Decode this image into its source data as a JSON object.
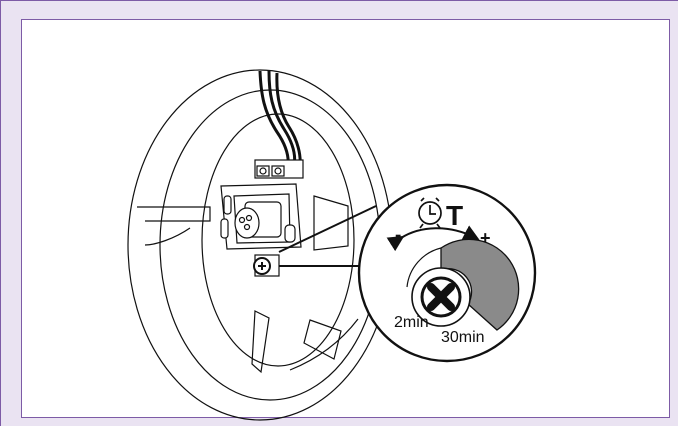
{
  "colors": {
    "background_purple": "#eae3f2",
    "frame_purple": "#7d5ba6",
    "line": "#111111",
    "dial_gray": "#8a8a8a"
  },
  "labels": {
    "timer_letter": "T",
    "minus": "-",
    "plus": "+",
    "min_time": "2min",
    "max_time": "30min"
  },
  "icons": {
    "timer": "alarm-clock-icon",
    "adjust_screw": "phillips-screw-icon",
    "direction": "curved-arrow-icon"
  }
}
